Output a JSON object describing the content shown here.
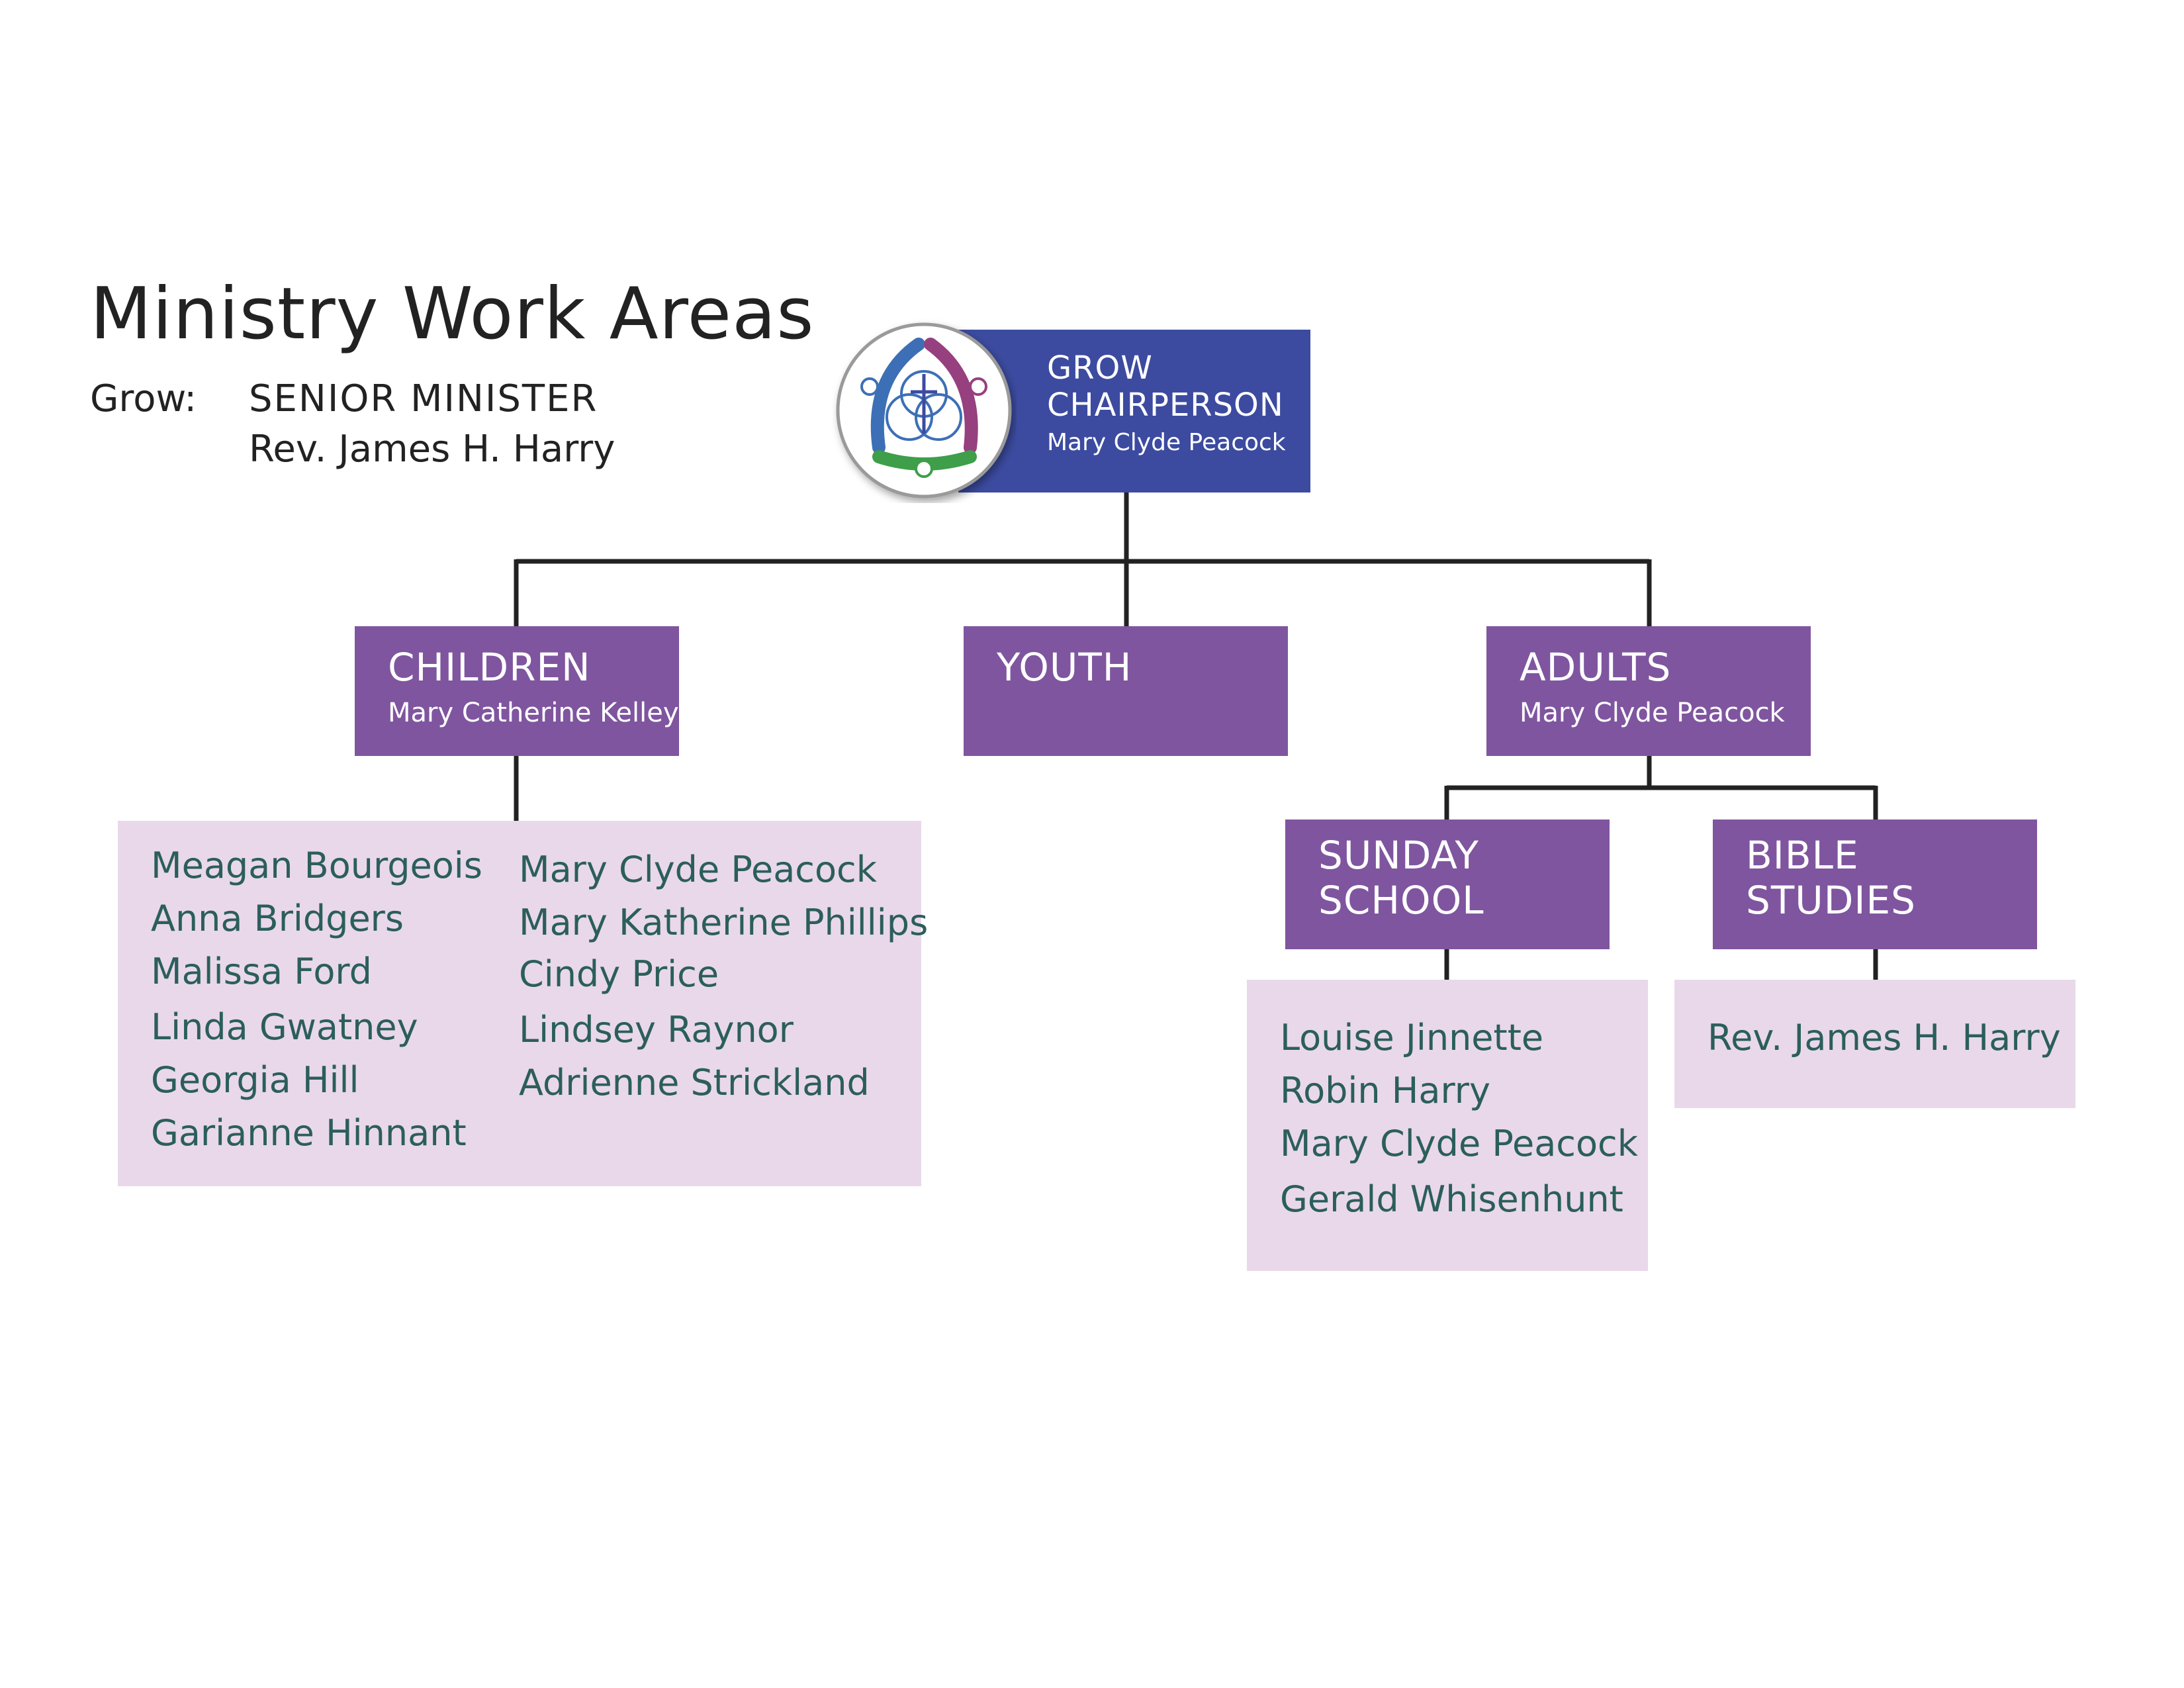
{
  "page": {
    "title": "Ministry Work Areas",
    "grow_label": "Grow:",
    "senior_minister_role": "SENIOR MINISTER",
    "senior_minister_name": "Rev. James H. Harry"
  },
  "colors": {
    "top_box": "#3c4ba0",
    "dept_box": "#7f559f",
    "member_box": "#e9d8ea",
    "member_text": "#2b5e5c",
    "connector": "#222222"
  },
  "logo": {
    "icon": "church-emblem-icon"
  },
  "chairperson": {
    "title_line1": "GROW",
    "title_line2": "CHAIRPERSON",
    "name": "Mary Clyde Peacock"
  },
  "children": {
    "title": "CHILDREN",
    "leader": "Mary Catherine Kelley",
    "members_col1": [
      "Meagan Bourgeois",
      "Anna Bridgers",
      "Malissa Ford",
      "Linda Gwatney",
      "Georgia Hill",
      "Garianne Hinnant"
    ],
    "members_col2": [
      "Mary Clyde Peacock",
      "Mary Katherine Phillips",
      "Cindy Price",
      "Lindsey Raynor",
      "Adrienne Strickland"
    ]
  },
  "youth": {
    "title": "YOUTH"
  },
  "adults": {
    "title": "ADULTS",
    "leader": "Mary Clyde Peacock"
  },
  "sunday_school": {
    "title_line1": "SUNDAY",
    "title_line2": "SCHOOL",
    "members": [
      "Louise Jinnette",
      "Robin Harry",
      "Mary Clyde Peacock",
      "Gerald Whisenhunt"
    ]
  },
  "bible_studies": {
    "title_line1": "BIBLE",
    "title_line2": "STUDIES",
    "members": [
      "Rev. James H. Harry"
    ]
  }
}
